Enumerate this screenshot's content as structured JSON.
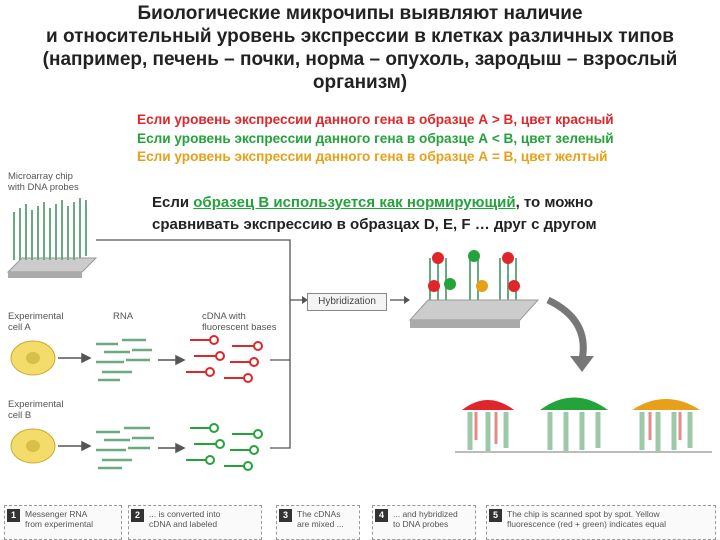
{
  "title_lines": [
    "Биологические микрочипы выявляют наличие",
    "и относительный уровень экспрессии в клетках различных типов",
    "(например, печень – почки, норма – опухоль, зародыш – взрослый",
    "организм)"
  ],
  "rules": {
    "red": "Если уровень экспрессии данного гена в образце А > В, цвет красный",
    "green": "Если уровень экспрессии данного гена в образце А < В, цвет зеленый",
    "yellow": "Если уровень экспрессии данного гена в образце А = В, цвет желтый"
  },
  "normalization": {
    "prefix": "Если ",
    "highlight": "образец В используется как нормирующий",
    "suffix": ", то можно",
    "line2": "сравнивать экспрессию в образцах D, E, F … друг с другом"
  },
  "diagram": {
    "chip_label": [
      "Microarray chip",
      "with DNA probes"
    ],
    "cell_a_label": [
      "Experimental",
      "cell A"
    ],
    "cell_b_label": [
      "Experimental",
      "cell B"
    ],
    "rna_label": "RNA",
    "cdna_label": [
      "cDNA with",
      "fluorescent bases"
    ],
    "hybridization_label": "Hybridization"
  },
  "steps": [
    {
      "num": "1",
      "lines": [
        "Messenger RNA",
        "from experimental"
      ]
    },
    {
      "num": "2",
      "lines": [
        "... is converted into",
        "cDNA and labeled"
      ]
    },
    {
      "num": "3",
      "lines": [
        "The cDNAs",
        "are mixed ..."
      ]
    },
    {
      "num": "4",
      "lines": [
        "... and hybridized",
        "to DNA probes"
      ]
    },
    {
      "num": "5",
      "lines": [
        "The chip is scanned spot by spot. Yellow",
        "fluorescence (red + green) indicates equal"
      ]
    }
  ],
  "colors": {
    "red": "#e0262a",
    "green": "#23a33a",
    "yellow": "#e8a01a",
    "cell": "#f3dc6a"
  }
}
